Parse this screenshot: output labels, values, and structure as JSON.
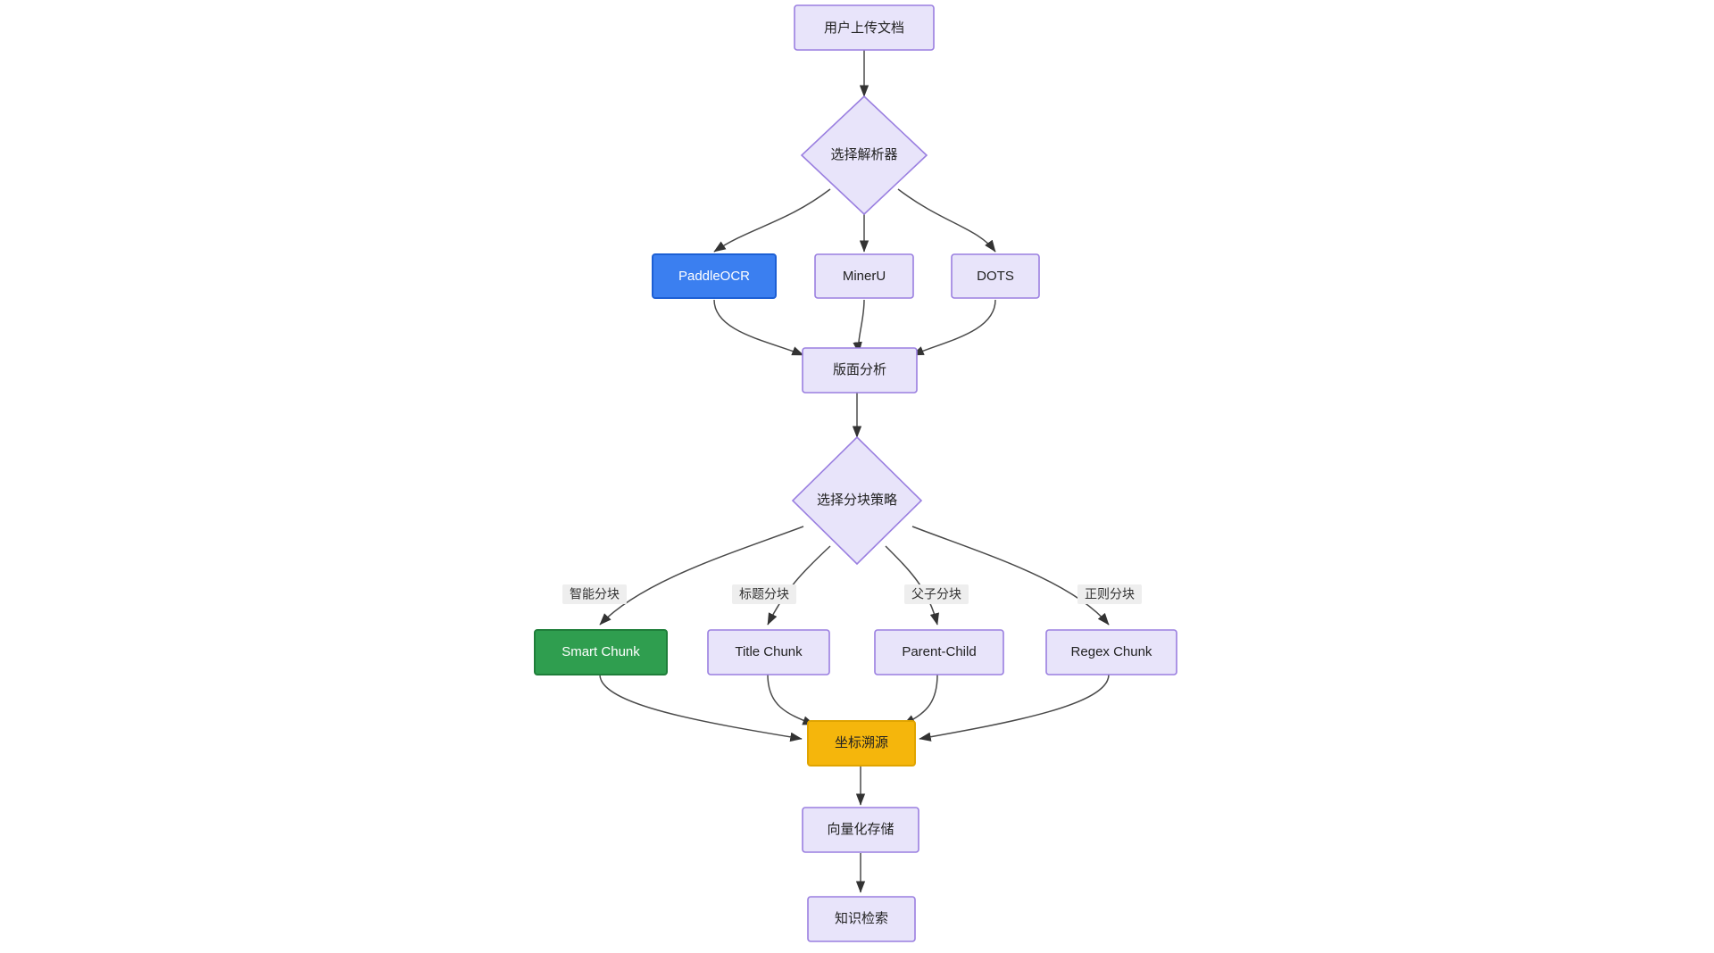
{
  "diagram": {
    "type": "flowchart",
    "direction": "top-down",
    "title": "",
    "colors": {
      "background": "#ffffff",
      "node_fill": "#e8e4fa",
      "node_stroke": "#9a7fe0",
      "highlight_blue_fill": "#3b7ff0",
      "highlight_blue_stroke": "#1c5fd4",
      "highlight_green_fill": "#2f9e4f",
      "highlight_green_stroke": "#1f7e3a",
      "highlight_orange_fill": "#f5b60c",
      "highlight_orange_stroke": "#e0a400",
      "edge_stroke": "#4a4a4a",
      "edge_label_bg": "#eeeeee",
      "label_dark": "#222222",
      "label_light": "#ffffff"
    },
    "nodes": [
      {
        "id": "upload",
        "label": "用户上传文档",
        "shape": "rect",
        "style": "default"
      },
      {
        "id": "choose_parser",
        "label": "选择解析器",
        "shape": "diamond",
        "style": "default"
      },
      {
        "id": "paddleocr",
        "label": "PaddleOCR",
        "shape": "rect",
        "style": "highlight-blue"
      },
      {
        "id": "mineru",
        "label": "MinerU",
        "shape": "rect",
        "style": "default"
      },
      {
        "id": "dots",
        "label": "DOTS",
        "shape": "rect",
        "style": "default"
      },
      {
        "id": "layout",
        "label": "版面分析",
        "shape": "rect",
        "style": "default"
      },
      {
        "id": "choose_chunk",
        "label": "选择分块策略",
        "shape": "diamond",
        "style": "default"
      },
      {
        "id": "smart_chunk",
        "label": "Smart Chunk",
        "shape": "rect",
        "style": "highlight-green"
      },
      {
        "id": "title_chunk",
        "label": "Title Chunk",
        "shape": "rect",
        "style": "default"
      },
      {
        "id": "parent_child",
        "label": "Parent-Child",
        "shape": "rect",
        "style": "default"
      },
      {
        "id": "regex_chunk",
        "label": "Regex Chunk",
        "shape": "rect",
        "style": "default"
      },
      {
        "id": "coord_trace",
        "label": "坐标溯源",
        "shape": "rect",
        "style": "highlight-orange"
      },
      {
        "id": "vector_store",
        "label": "向量化存储",
        "shape": "rect",
        "style": "default"
      },
      {
        "id": "retrieval",
        "label": "知识检索",
        "shape": "rect",
        "style": "default"
      }
    ],
    "edge_labels": [
      {
        "id": "lbl_smart",
        "label": "智能分块"
      },
      {
        "id": "lbl_title",
        "label": "标题分块"
      },
      {
        "id": "lbl_parent",
        "label": "父子分块"
      },
      {
        "id": "lbl_regex",
        "label": "正则分块"
      }
    ],
    "edges": [
      {
        "from": "upload",
        "to": "choose_parser",
        "label": ""
      },
      {
        "from": "choose_parser",
        "to": "paddleocr",
        "label": ""
      },
      {
        "from": "choose_parser",
        "to": "mineru",
        "label": ""
      },
      {
        "from": "choose_parser",
        "to": "dots",
        "label": ""
      },
      {
        "from": "paddleocr",
        "to": "layout",
        "label": ""
      },
      {
        "from": "mineru",
        "to": "layout",
        "label": ""
      },
      {
        "from": "dots",
        "to": "layout",
        "label": ""
      },
      {
        "from": "layout",
        "to": "choose_chunk",
        "label": ""
      },
      {
        "from": "choose_chunk",
        "to": "smart_chunk",
        "label": "智能分块"
      },
      {
        "from": "choose_chunk",
        "to": "title_chunk",
        "label": "标题分块"
      },
      {
        "from": "choose_chunk",
        "to": "parent_child",
        "label": "父子分块"
      },
      {
        "from": "choose_chunk",
        "to": "regex_chunk",
        "label": "正则分块"
      },
      {
        "from": "smart_chunk",
        "to": "coord_trace",
        "label": ""
      },
      {
        "from": "title_chunk",
        "to": "coord_trace",
        "label": ""
      },
      {
        "from": "parent_child",
        "to": "coord_trace",
        "label": ""
      },
      {
        "from": "regex_chunk",
        "to": "coord_trace",
        "label": ""
      },
      {
        "from": "coord_trace",
        "to": "vector_store",
        "label": ""
      },
      {
        "from": "vector_store",
        "to": "retrieval",
        "label": ""
      }
    ]
  }
}
